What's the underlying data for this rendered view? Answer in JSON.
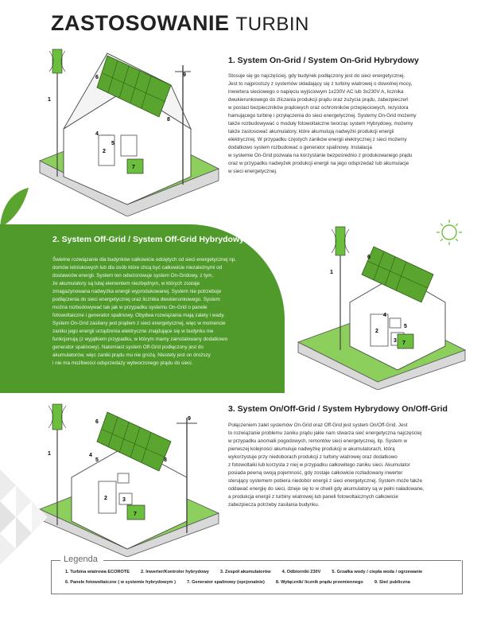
{
  "title": {
    "bold": "ZASTOSOWANIE",
    "light": "TURBIN"
  },
  "sections": [
    {
      "heading": "1. System On-Grid / System On-Grid Hybrydowy",
      "body": [
        "Stosuje się go najczęściej, gdy budynek podłączony jest do sieci energetycznej.",
        "Jest to najprostszy z systemów składający się z turbiny wiatrowej o dowolnej mocy,",
        "inwertera sieciowego o napięciu wyjściowym 1x230V AC lub 3x230V A, licznika",
        "dwukierunkowego do zliczania produkcji prądu oraz zużycia prądu, zabezpieczeń",
        "w postaci bezpieczników prądowych oraz ochronników przepięciowych, rezystora",
        "hamującego turbinę i przyłączenia do sieci energetycznej. Systemy On-Grid możemy",
        "także rozbudowywać o moduły fotowoltaiczne tworząc system Hybrydowy, możemy",
        "także zastosować akumulatory, które akumulują nadwyżki produkcji energii",
        "elektrycznej. W przypadku częstych zaników energii elektrycznej z sieci możemy",
        "dodatkowo system rozbudować o generator spalinowy. Instalacja",
        "w systemie On-Grid pozwala na korzystanie bezpośrednio z produkowanego prądu",
        "oraz w przypadku nadwyżek produkcji energii na jego odsprzedaż lub akumulacje",
        "w sieci energetycznej."
      ]
    },
    {
      "heading": "2. System Off-Grid / System Off-Grid Hybrydowy",
      "body": [
        "Świetne rozwiązanie dla budynków całkowicie odciętych od sieci energetycznej np.",
        "domów letniskowych lub dla osób które chcą być całkowicie niezależnymi od",
        "dostawców energii. System ten odwzorowuje system On-Gridowy, z tym,",
        "że akumulatory są tutaj elementem niezbędnym, w których zostaje",
        "zmagazynowana nadwyżka energii wyprodukowanej. System nie potrzebuje",
        "podłączenia do sieci energetycznej oraz licznika dwukierunkowego. System",
        "można rozbudowywać tak jak w przypadku systemu On-Grid o panele",
        "fotowoltaiczne i generator spalinowy. Obydwa rozwiązania mają zalety i wady.",
        "System On-Grid zasilany jest prądem z sieci energetycznej, więc w momencie",
        "zaniku jego energii urządzenia elektryczne znajdujące się w budynku nie",
        "funkcjonują (z wyjątkiem przypadku, w którym mamy zainstalowany dodatkowo",
        "generator spalinowy). Natomiast system Off-Grid podłączony jest do",
        "akumulatorów, więc zaniki prądu mu nie grożą. Niestety jest on droższy",
        "i nie ma możliwości odsprzedaży wytworzonego prądu do sieci."
      ]
    },
    {
      "heading": "3. System On/Off-Grid / System Hybrydowy On/Off-Grid",
      "body": [
        "Połączeniem zalet systemów On-Grid oraz Off-Grid jest system On/Off-Grid. Jest",
        "to rozwiązanie problemu zaniku prądu jakie nam stwarza sieć energetyczna najczęściej",
        "w przypadku anomalii pogodowych, remontów sieci energetycznej, itp. System w",
        "pierwszej kolejności akumuluje nadwyżkę produkcji w akumulatorach, którą",
        "wykorzystuje przy niedoborach produkcji z turbiny wiatrowej oraz dodatkowo",
        "z fotowoltaiki lub korzysta z niej w przypadku całkowitego zaniku sieci. Akumulator",
        "posiada pewną swoją pojemność, gdy zostaje całkowicie rozładowany inwerter",
        "sterujący systemem pobiera niedobór energii z sieci energetycznej. System może także",
        "oddawać energię do sieci, dzieje się to w chwili gdy akumulatory są w pełni naładowane,",
        "a produkcja energii z turbiny wiatrowej lub paneli fotowoltaicznych całkowicie",
        "zabezpiecza potrzeby zasilania budynku."
      ]
    }
  ],
  "legend": {
    "title": "Legenda",
    "row1": [
      "1. Turbina wiatrowa ECOROTE",
      "2. Inwerter/Kontroler hybrydowy",
      "3. Zespół akumulatorów",
      "4. Odbiorniki 230V",
      "5. Grzałka wody / ciepła woda / ogrzewanie"
    ],
    "row2": [
      "6. Panele fotowoltaiczne ( w systemie hybrydowym )",
      "7. Generator spalinowy (opcjonalnie)",
      "8. Wyłącznik/ licznik prądu przemiennego",
      "9. Sieć publiczna"
    ]
  },
  "diagram_labels": {
    "d1": [
      "1",
      "6",
      "9",
      "4",
      "5",
      "8",
      "2",
      "7"
    ],
    "d2": [
      "1",
      "6",
      "4",
      "5",
      "2",
      "3",
      "7"
    ],
    "d3": [
      "1",
      "6",
      "9",
      "4",
      "5",
      "8",
      "2",
      "3",
      "7"
    ]
  },
  "colors": {
    "accent_green": "#4f9a2b",
    "panel_green": "#6cbf3c",
    "line": "#3a3a3a"
  }
}
